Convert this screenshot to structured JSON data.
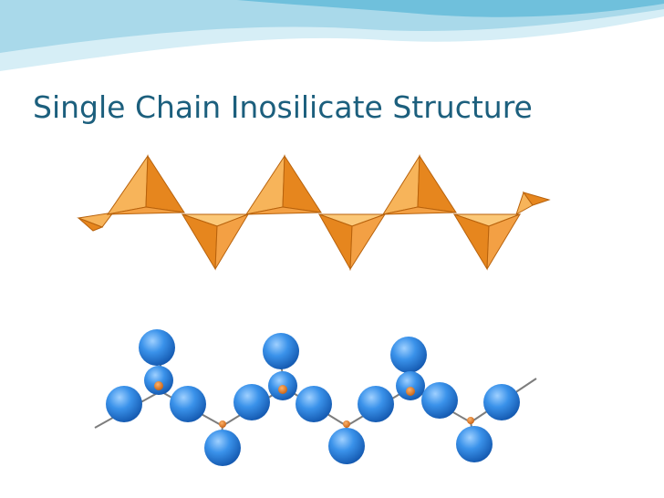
{
  "slide": {
    "title": "Single Chain Inosilicate Structure"
  },
  "colors": {
    "title": "#1c5f7d",
    "header_wave_light": "#d6eef6",
    "header_wave_mid": "#a9d9ea",
    "header_wave_dark": "#6fc0dc",
    "tetrahedron_face_light": "#f7b45a",
    "tetrahedron_face_dark": "#e6861e",
    "tetrahedron_edge": "#b8620c",
    "oxygen_ball": "#2f86e0",
    "oxygen_ball_highlight": "#9fd0ff",
    "silicon_center": "#e0771c"
  },
  "figures": {
    "top": {
      "name": "polyhedral-chain-diagram",
      "icon": "tetrahedra-chain"
    },
    "bottom": {
      "name": "ball-and-stick-chain-diagram",
      "icon": "ball-and-stick"
    }
  }
}
